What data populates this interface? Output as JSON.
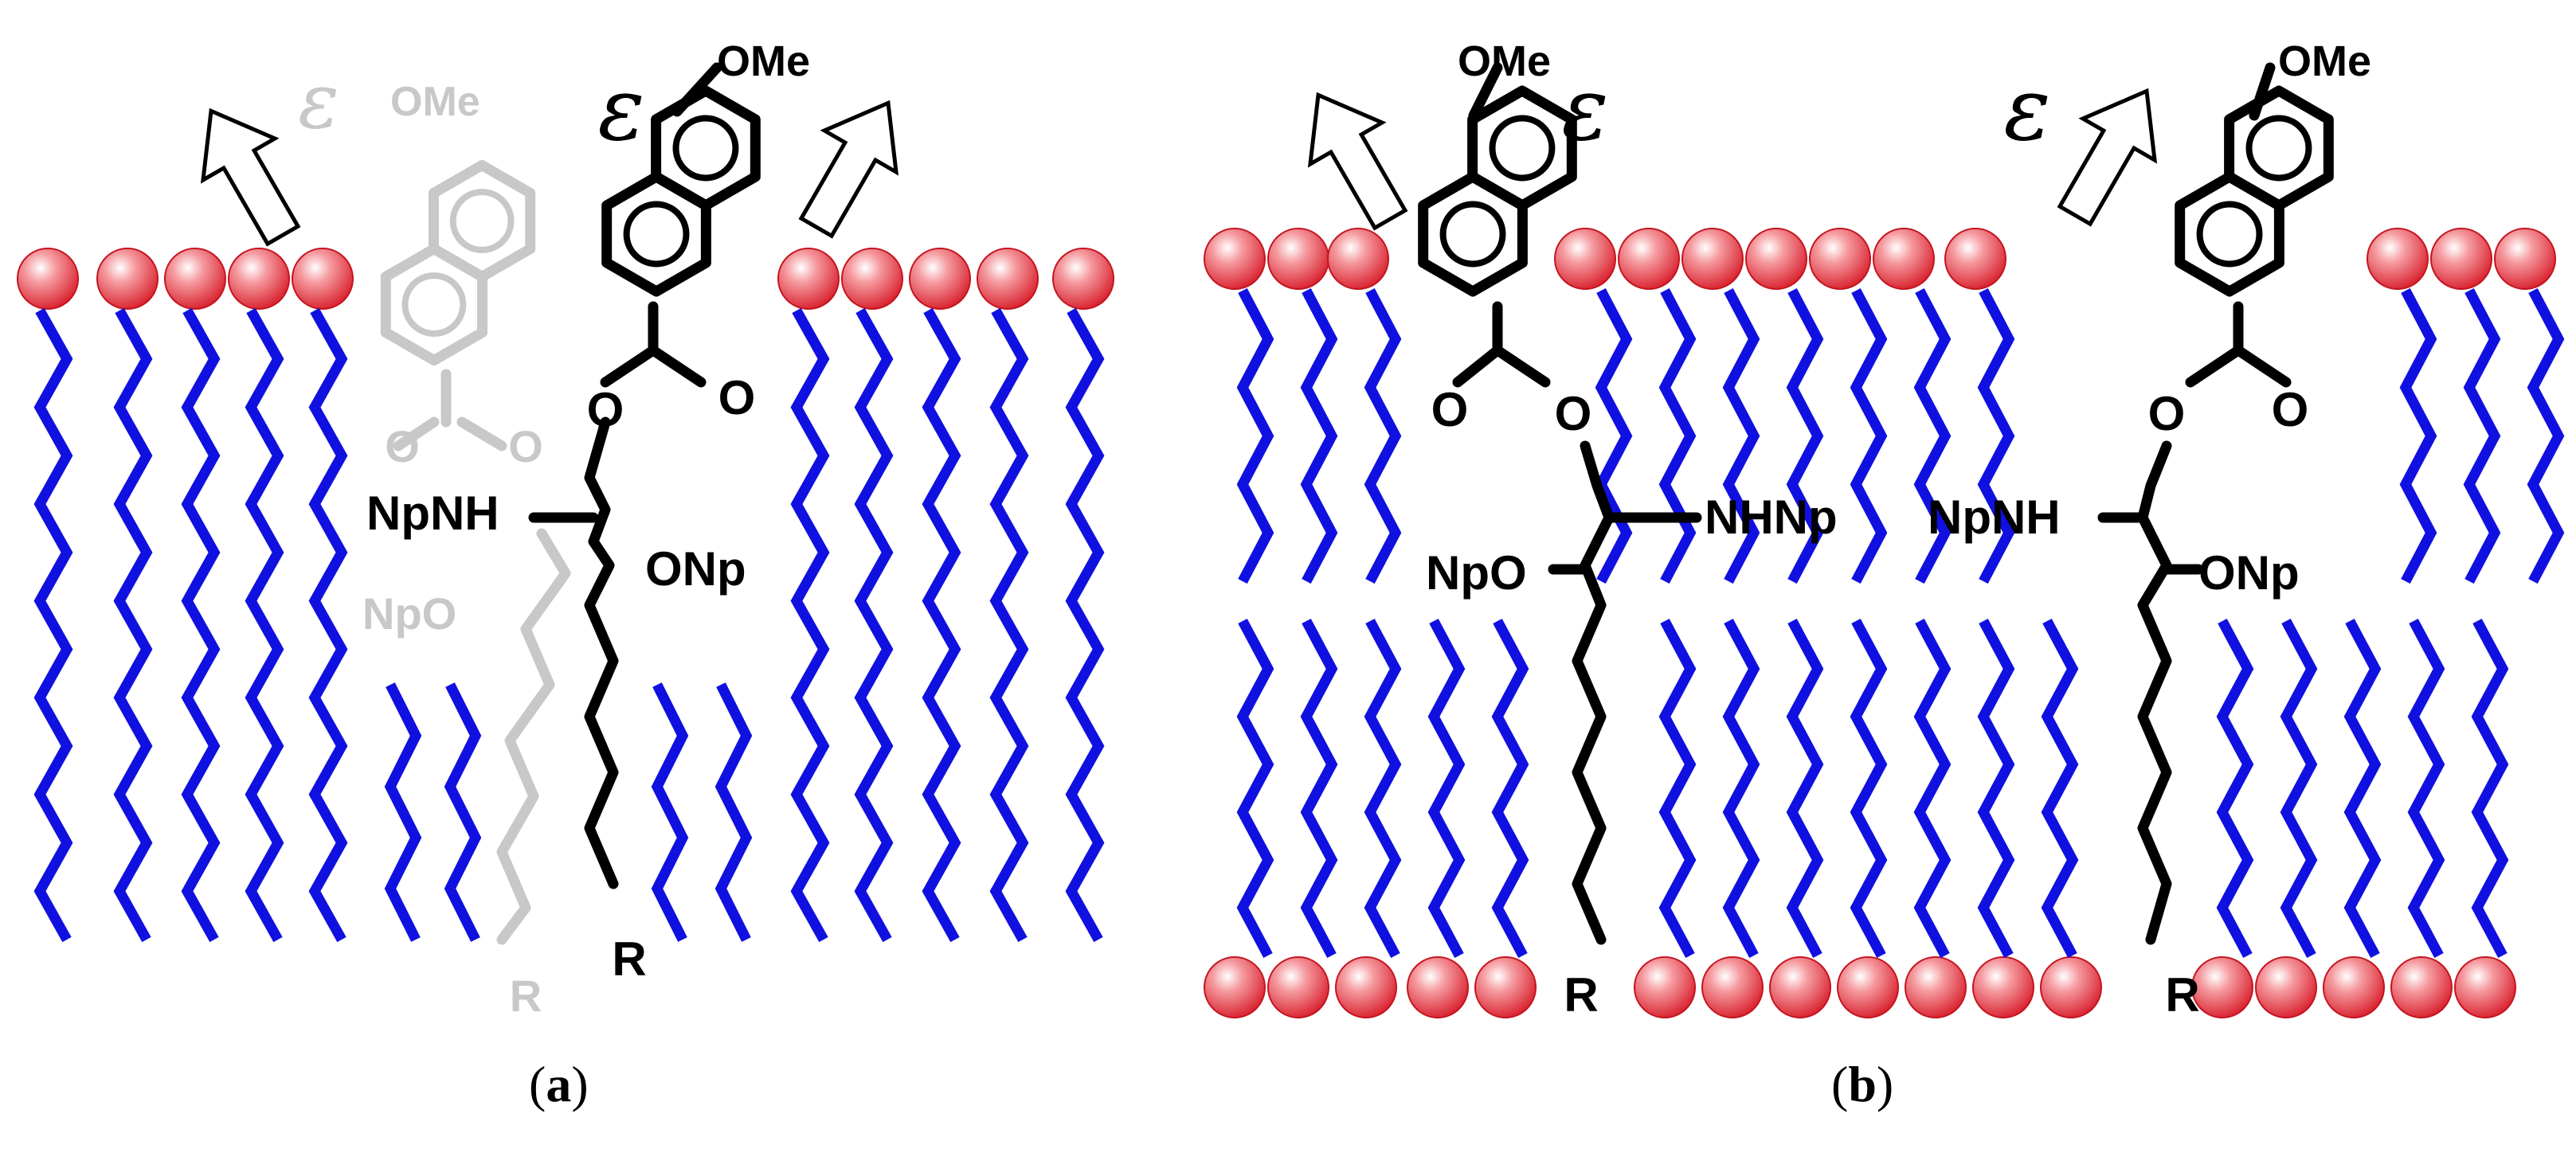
{
  "panels": [
    {
      "id": "a",
      "caption_letter": "a",
      "labels": {
        "epsilon_faded": "ε",
        "ome_faded": "OMe",
        "epsilon": "ε",
        "ome": "OMe",
        "npnh": "NpNH",
        "onp": "ONp",
        "npo_faded": "NpO",
        "r": "R",
        "r_faded": "R",
        "o_ester": "O",
        "o_carbonyl": "O",
        "o_faded_1": "O",
        "o_faded_2": "O"
      }
    },
    {
      "id": "b",
      "caption_letter": "b",
      "labels": {
        "ome_left": "OMe",
        "epsilon_left": "ε",
        "epsilon_right": "ε",
        "ome_right": "OMe",
        "o_carbonyl_left": "O",
        "o_ester_left": "O",
        "o_ester_right": "O",
        "o_carbonyl_right": "O",
        "npo": "NpO",
        "nhnp": "NHNp",
        "npnh": "NpNH",
        "onp": "ONp",
        "r_left": "R",
        "r_right": "R"
      }
    }
  ],
  "colors": {
    "lipid_head": "#e8303a",
    "lipid_tail": "#1010e0",
    "molecule": "#000000",
    "molecule_faded": "#c8c8c8"
  },
  "icons": [
    "up-arrow-icon"
  ]
}
